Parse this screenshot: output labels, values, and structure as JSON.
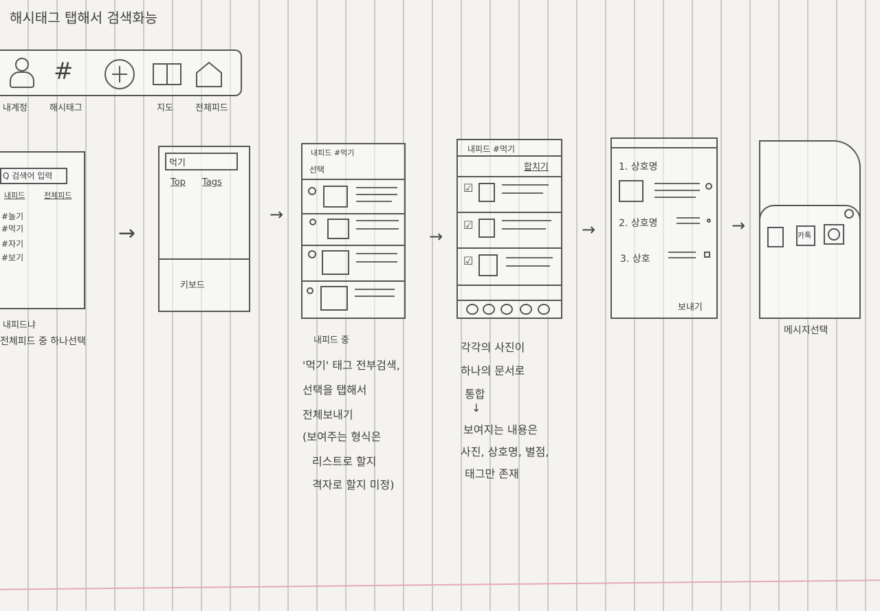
{
  "title": "해시태그 탭해서 검색화능",
  "navbar": {
    "icons": [
      {
        "icon": "person-icon",
        "label": "내계정"
      },
      {
        "icon": "hashtag-icon",
        "label": "해시태그"
      },
      {
        "icon": "plus-icon",
        "label": ""
      },
      {
        "icon": "map-icon",
        "label": "지도"
      },
      {
        "icon": "home-icon",
        "label": "전체피드"
      }
    ]
  },
  "screen1": {
    "search": "Q 검색어 입력",
    "tabs": [
      "내피드",
      "전체피드"
    ],
    "tags": [
      "#놀기",
      "#먹기",
      "#자기",
      "#보기"
    ],
    "note_line1": "내피드냐",
    "note_line2": "전체피드 중 하나선택"
  },
  "screen2": {
    "input": "먹기",
    "tabs": [
      "Top",
      "Tags"
    ],
    "keyboard": "키보드"
  },
  "screen3": {
    "header": "내피드 #먹기",
    "select": "선택",
    "notes": [
      "내피드 중",
      "'먹기' 태그 전부검색,",
      "선택을 탭해서",
      "전체보내기",
      "(보여주는 형식은",
      "리스트로 할지",
      "격자로 할지 미정)"
    ]
  },
  "screen4": {
    "header": "내피드 #먹기",
    "merge": "합치기",
    "notes": [
      "각각의 사진이",
      "하나의 문서로",
      "통합",
      "↓",
      "보여지는 내용은",
      "사진, 상호명, 별점,",
      "태그만 존재"
    ]
  },
  "screen5": {
    "items": [
      "1. 상호명",
      "2. 상호명",
      "3. 상호"
    ],
    "send": "보내기"
  },
  "screen6": {
    "apps": [
      "",
      "카톡",
      ""
    ],
    "note": "메시지선택"
  }
}
